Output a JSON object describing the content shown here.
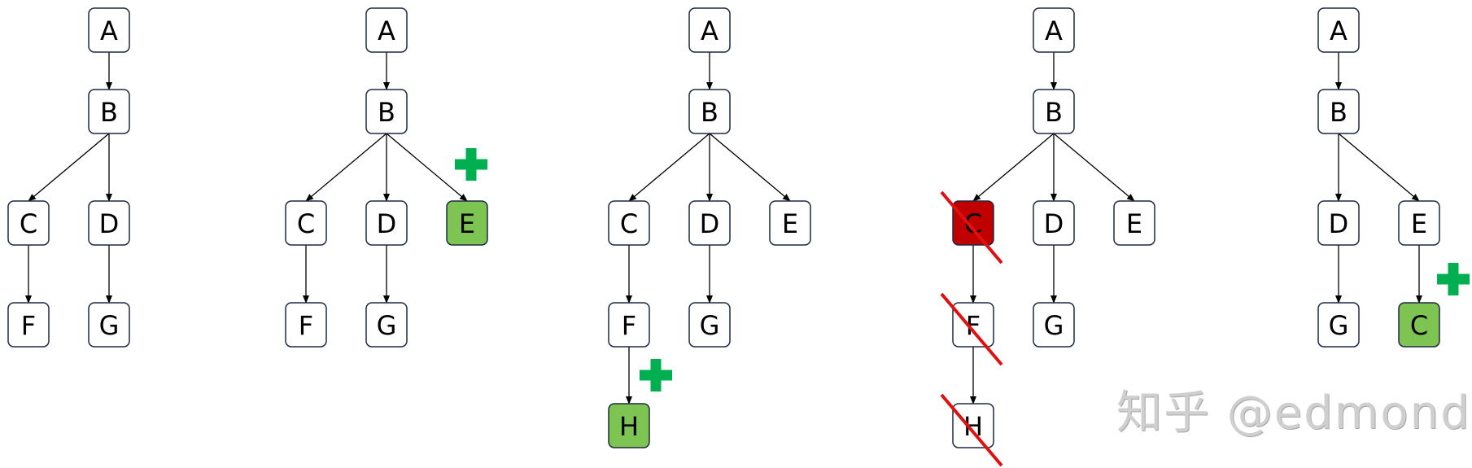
{
  "colors": {
    "node_fill": "#ffffff",
    "node_stroke": "#1f2a44",
    "edge": "#000000",
    "added_fill": "#7dc452",
    "removed_fill": "#c00000",
    "plus_mark": "#00b050",
    "strike_mark": "#e01010"
  },
  "trees": [
    {
      "nodes": [
        {
          "id": "A",
          "label": "A",
          "state": "normal"
        },
        {
          "id": "B",
          "label": "B",
          "state": "normal"
        },
        {
          "id": "C",
          "label": "C",
          "state": "normal"
        },
        {
          "id": "D",
          "label": "D",
          "state": "normal"
        },
        {
          "id": "F",
          "label": "F",
          "state": "normal"
        },
        {
          "id": "G",
          "label": "G",
          "state": "normal"
        }
      ],
      "edges": [
        [
          "A",
          "B"
        ],
        [
          "B",
          "C"
        ],
        [
          "B",
          "D"
        ],
        [
          "C",
          "F"
        ],
        [
          "D",
          "G"
        ]
      ]
    },
    {
      "nodes": [
        {
          "id": "A",
          "label": "A",
          "state": "normal"
        },
        {
          "id": "B",
          "label": "B",
          "state": "normal"
        },
        {
          "id": "C",
          "label": "C",
          "state": "normal"
        },
        {
          "id": "D",
          "label": "D",
          "state": "normal"
        },
        {
          "id": "E",
          "label": "E",
          "state": "added"
        },
        {
          "id": "F",
          "label": "F",
          "state": "normal"
        },
        {
          "id": "G",
          "label": "G",
          "state": "normal"
        }
      ],
      "edges": [
        [
          "A",
          "B"
        ],
        [
          "B",
          "C"
        ],
        [
          "B",
          "D"
        ],
        [
          "B",
          "E"
        ],
        [
          "C",
          "F"
        ],
        [
          "D",
          "G"
        ]
      ]
    },
    {
      "nodes": [
        {
          "id": "A",
          "label": "A",
          "state": "normal"
        },
        {
          "id": "B",
          "label": "B",
          "state": "normal"
        },
        {
          "id": "C",
          "label": "C",
          "state": "normal"
        },
        {
          "id": "D",
          "label": "D",
          "state": "normal"
        },
        {
          "id": "E",
          "label": "E",
          "state": "normal"
        },
        {
          "id": "F",
          "label": "F",
          "state": "normal"
        },
        {
          "id": "G",
          "label": "G",
          "state": "normal"
        },
        {
          "id": "H",
          "label": "H",
          "state": "added"
        }
      ],
      "edges": [
        [
          "A",
          "B"
        ],
        [
          "B",
          "C"
        ],
        [
          "B",
          "D"
        ],
        [
          "B",
          "E"
        ],
        [
          "C",
          "F"
        ],
        [
          "D",
          "G"
        ],
        [
          "F",
          "H"
        ]
      ]
    },
    {
      "nodes": [
        {
          "id": "A",
          "label": "A",
          "state": "normal"
        },
        {
          "id": "B",
          "label": "B",
          "state": "normal"
        },
        {
          "id": "C",
          "label": "C",
          "state": "removed"
        },
        {
          "id": "D",
          "label": "D",
          "state": "normal"
        },
        {
          "id": "E",
          "label": "E",
          "state": "normal"
        },
        {
          "id": "F",
          "label": "F",
          "state": "struck"
        },
        {
          "id": "G",
          "label": "G",
          "state": "normal"
        },
        {
          "id": "H",
          "label": "H",
          "state": "struck"
        }
      ],
      "edges": [
        [
          "A",
          "B"
        ],
        [
          "B",
          "C"
        ],
        [
          "B",
          "D"
        ],
        [
          "B",
          "E"
        ],
        [
          "C",
          "F"
        ],
        [
          "D",
          "G"
        ],
        [
          "F",
          "H"
        ]
      ]
    },
    {
      "nodes": [
        {
          "id": "A",
          "label": "A",
          "state": "normal"
        },
        {
          "id": "B",
          "label": "B",
          "state": "normal"
        },
        {
          "id": "D",
          "label": "D",
          "state": "normal"
        },
        {
          "id": "E",
          "label": "E",
          "state": "normal"
        },
        {
          "id": "G",
          "label": "G",
          "state": "normal"
        },
        {
          "id": "C",
          "label": "C",
          "state": "added"
        }
      ],
      "edges": [
        [
          "A",
          "B"
        ],
        [
          "B",
          "D"
        ],
        [
          "B",
          "E"
        ],
        [
          "D",
          "G"
        ],
        [
          "E",
          "C"
        ]
      ]
    }
  ],
  "watermark": "知乎 @edmond"
}
